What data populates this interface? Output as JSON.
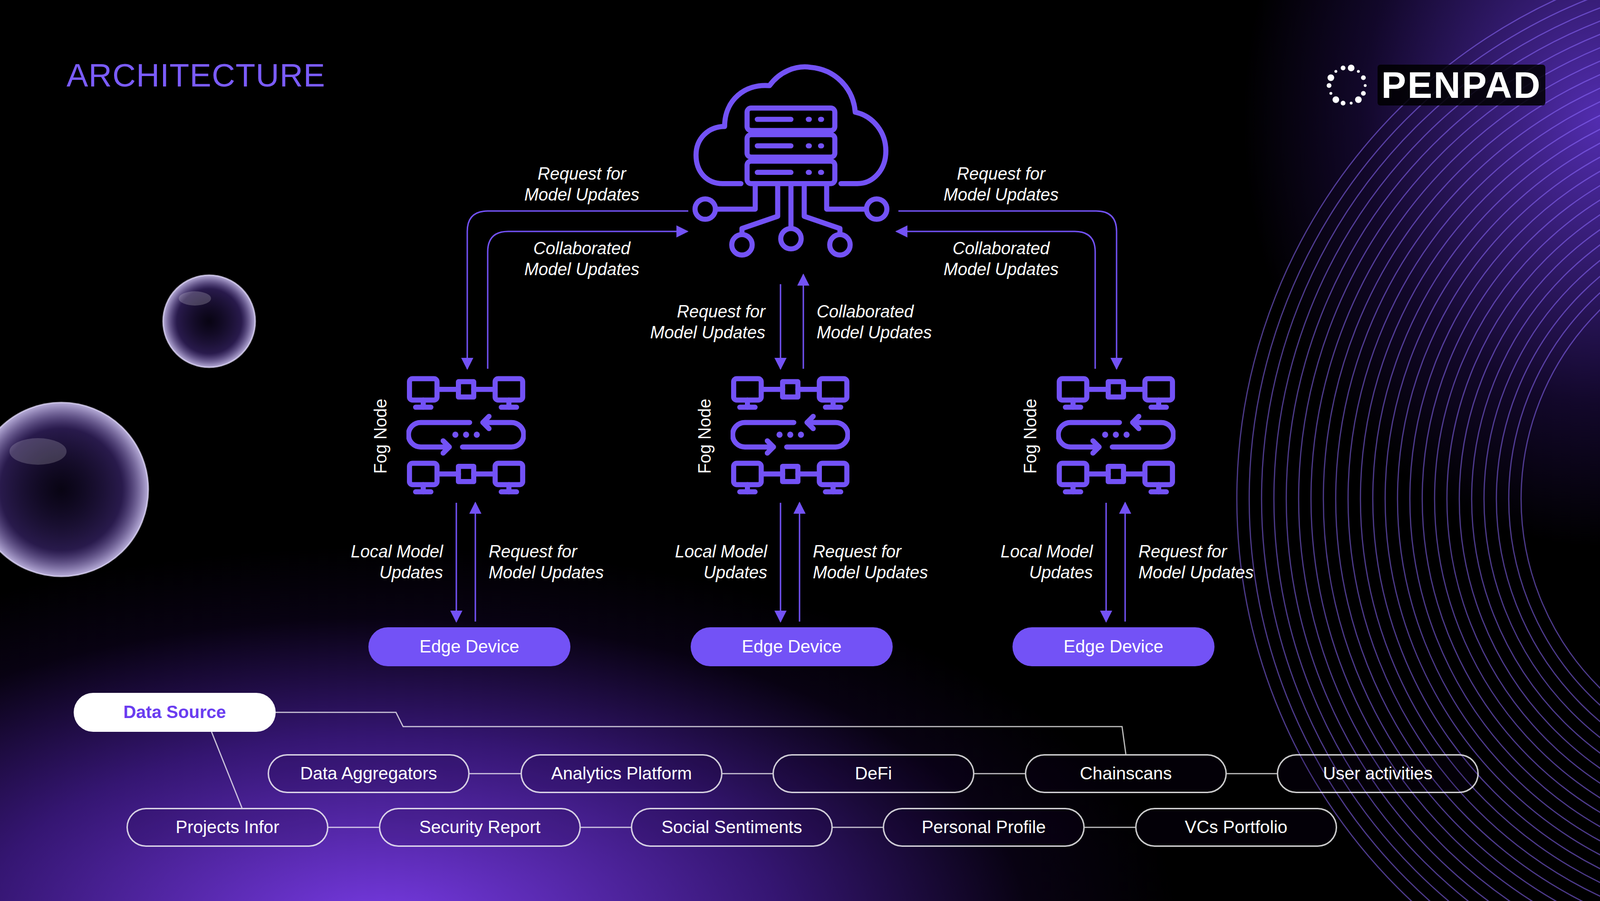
{
  "diagram": {
    "title": "ARCHITECTURE",
    "nodes": [
      {
        "text": [
          "Fog Node"
        ]
      },
      {
        "text": [
          "Fog Node"
        ]
      },
      {
        "text": [
          "Fog Node"
        ]
      },
      {
        "text": [
          "Edge Device"
        ]
      },
      {
        "text": [
          "Edge Device"
        ]
      },
      {
        "text": [
          "Edge Device"
        ]
      },
      {
        "text": [
          "Data Source"
        ]
      },
      {
        "text": [
          "Data Aggregators"
        ]
      },
      {
        "text": [
          "Analytics Platform"
        ]
      },
      {
        "text": [
          "DeFi"
        ]
      },
      {
        "text": [
          "Chainscans"
        ]
      },
      {
        "text": [
          "User activities"
        ]
      },
      {
        "text": [
          "Projects Infor"
        ]
      },
      {
        "text": [
          "Security Report"
        ]
      },
      {
        "text": [
          "Social Sentiments"
        ]
      },
      {
        "text": [
          "Personal Profile"
        ]
      },
      {
        "text": [
          "VCs Portfolio"
        ]
      }
    ],
    "edges": [
      {
        "from": 0,
        "to": 3,
        "label": "Local Model Updates",
        "arrow": "to"
      },
      {
        "from": 3,
        "to": 0,
        "label": "Request for Model Updates",
        "arrow": "to"
      },
      {
        "from": 1,
        "to": 4,
        "label": "Local Model Updates",
        "arrow": "to"
      },
      {
        "from": 4,
        "to": 1,
        "label": "Request for Model Updates",
        "arrow": "to"
      },
      {
        "from": 2,
        "to": 5,
        "label": "Local Model Updates",
        "arrow": "to"
      },
      {
        "from": 5,
        "to": 2,
        "label": "Request for Model Updates",
        "arrow": "to"
      },
      {
        "from": 6,
        "to": 10,
        "arrow": "none"
      },
      {
        "from": 6,
        "to": 12,
        "arrow": "none"
      },
      {
        "from": 7,
        "to": 8,
        "arrow": "none"
      },
      {
        "from": 8,
        "to": 9,
        "arrow": "none"
      },
      {
        "from": 9,
        "to": 10,
        "arrow": "none"
      },
      {
        "from": 10,
        "to": 11,
        "arrow": "none"
      },
      {
        "from": 12,
        "to": 13,
        "arrow": "none"
      },
      {
        "from": 13,
        "to": 14,
        "arrow": "none"
      },
      {
        "from": 14,
        "to": 15,
        "arrow": "none"
      },
      {
        "from": 15,
        "to": 16,
        "arrow": "none"
      }
    ],
    "labels": [
      "PENPAD",
      "Request for Model Updates",
      "Request for Model Updates",
      "Collaborated Model Updates",
      "Collaborated Model Updates",
      "Request for Model Updates",
      "Collaborated Model Updates"
    ]
  }
}
